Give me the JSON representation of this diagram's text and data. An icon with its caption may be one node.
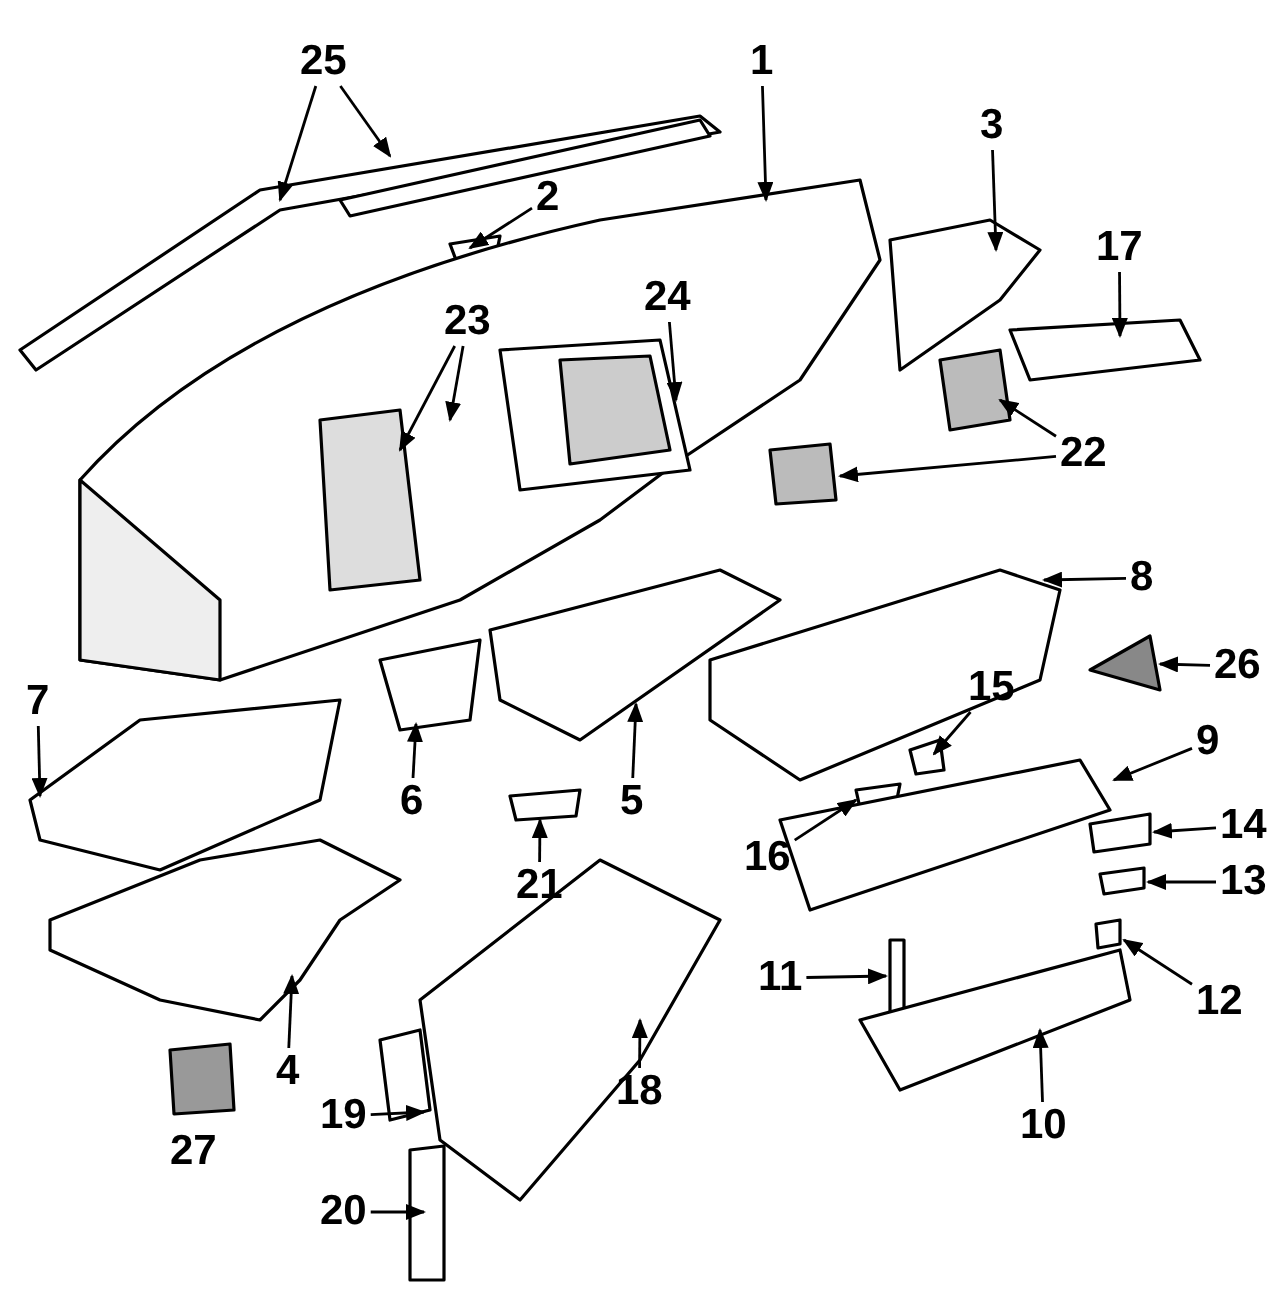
{
  "diagram": {
    "nodes": [
      {
        "text": [
          "25"
        ]
      },
      {
        "text": [
          "1"
        ]
      },
      {
        "text": [
          "3"
        ]
      },
      {
        "text": [
          "2"
        ]
      },
      {
        "text": [
          "17"
        ]
      },
      {
        "text": [
          "24"
        ]
      },
      {
        "text": [
          "23"
        ]
      },
      {
        "text": [
          "22"
        ]
      },
      {
        "text": [
          "8"
        ]
      },
      {
        "text": [
          "26"
        ]
      },
      {
        "text": [
          "7"
        ]
      },
      {
        "text": [
          "15"
        ]
      },
      {
        "text": [
          "6"
        ]
      },
      {
        "text": [
          "5"
        ]
      },
      {
        "text": [
          "9"
        ]
      },
      {
        "text": [
          "16"
        ]
      },
      {
        "text": [
          "14"
        ]
      },
      {
        "text": [
          "21"
        ]
      },
      {
        "text": [
          "13"
        ]
      },
      {
        "text": [
          "12"
        ]
      },
      {
        "text": [
          "11"
        ]
      },
      {
        "text": [
          "4"
        ]
      },
      {
        "text": [
          "18"
        ]
      },
      {
        "text": [
          "19"
        ]
      },
      {
        "text": [
          "10"
        ]
      },
      {
        "text": [
          "20"
        ]
      }
    ],
    "edges": [
      {
        "from": 0,
        "to": null,
        "arrow": "to"
      },
      {
        "from": 0,
        "to": null,
        "arrow": "to"
      },
      {
        "from": 1,
        "to": null,
        "arrow": "to"
      },
      {
        "from": 2,
        "to": null,
        "arrow": "to"
      },
      {
        "from": 3,
        "to": null,
        "arrow": "to"
      },
      {
        "from": 4,
        "to": null,
        "arrow": "to"
      },
      {
        "from": 5,
        "to": null,
        "arrow": "to"
      },
      {
        "from": 6,
        "to": null,
        "arrow": "to"
      },
      {
        "from": 6,
        "to": null,
        "arrow": "to"
      },
      {
        "from": 7,
        "to": null,
        "arrow": "to"
      },
      {
        "from": 7,
        "to": null,
        "arrow": "to"
      },
      {
        "from": 8,
        "to": null,
        "arrow": "to"
      },
      {
        "from": 9,
        "to": null,
        "arrow": "to"
      },
      {
        "from": 10,
        "to": null,
        "arrow": "to"
      },
      {
        "from": 11,
        "to": null,
        "arrow": "to"
      },
      {
        "from": 12,
        "to": null,
        "arrow": "to"
      },
      {
        "from": 13,
        "to": null,
        "arrow": "to"
      },
      {
        "from": 14,
        "to": null,
        "arrow": "to"
      },
      {
        "from": 15,
        "to": null,
        "arrow": "to"
      },
      {
        "from": 16,
        "to": null,
        "arrow": "to"
      },
      {
        "from": 17,
        "to": null,
        "arrow": "to"
      },
      {
        "from": 18,
        "to": null,
        "arrow": "to"
      },
      {
        "from": 19,
        "to": null,
        "arrow": "to"
      },
      {
        "from": 20,
        "to": null,
        "arrow": "to"
      },
      {
        "from": 21,
        "to": null,
        "arrow": "to"
      },
      {
        "from": 22,
        "to": null,
        "arrow": "to"
      },
      {
        "from": 23,
        "to": null,
        "arrow": "to"
      },
      {
        "from": 24,
        "to": null,
        "arrow": "to"
      },
      {
        "from": 25,
        "to": null,
        "arrow": "to"
      }
    ],
    "labels": [
      "27"
    ]
  }
}
